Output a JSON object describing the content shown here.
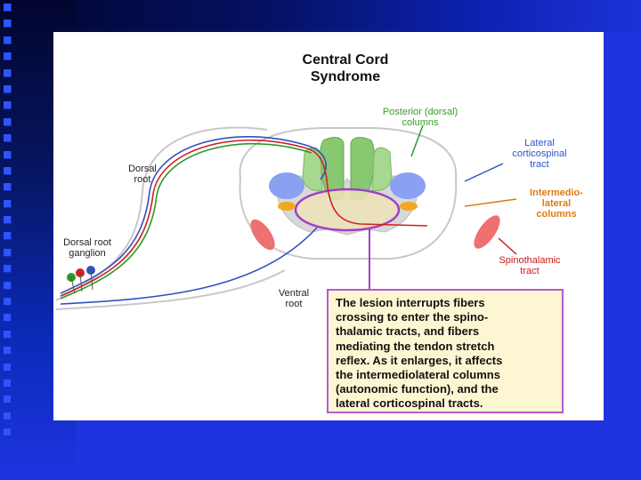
{
  "diagram": {
    "title_line1": "Central Cord",
    "title_line2": "Syndrome",
    "labels": {
      "posterior_line1": "Posterior (dorsal)",
      "posterior_line2": "columns",
      "lateral_line1": "Lateral",
      "lateral_line2": "corticospinal",
      "lateral_line3": "tract",
      "intermedio_line1": "Intermedio-",
      "intermedio_line2": "lateral",
      "intermedio_line3": "columns",
      "spinothalamic_line1": "Spinothalamic",
      "spinothalamic_line2": "tract",
      "dorsal_root_line1": "Dorsal",
      "dorsal_root_line2": "root",
      "drg_line1": "Dorsal root",
      "drg_line2": "ganglion",
      "ventral_root_line1": "Ventral",
      "ventral_root_line2": "root"
    },
    "callout_lines": [
      "The lesion interrupts fibers",
      "crossing to enter the spino-",
      "thalamic tracts, and fibers",
      "mediating the tendon stretch",
      "reflex. As it enlarges, it affects",
      "the intermediolateral columns",
      "(autonomic function), and the",
      "lateral corticospinal tracts."
    ],
    "colors": {
      "green_label": "#3a9a2a",
      "blue_label": "#2a55c8",
      "orange_label": "#e07a10",
      "red_label": "#cc1a1a",
      "lesion": "#a040c8"
    }
  }
}
